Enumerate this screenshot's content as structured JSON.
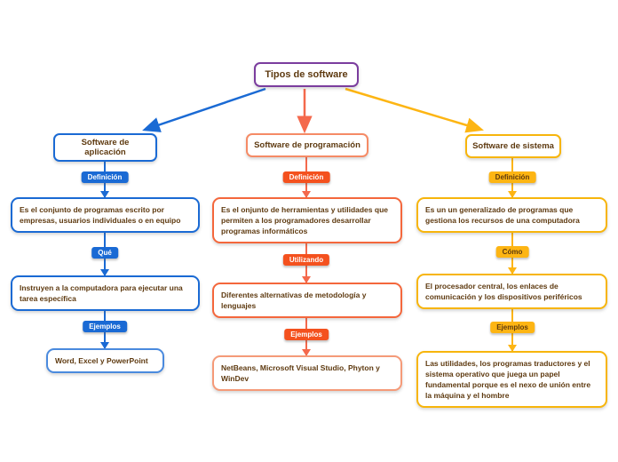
{
  "root": {
    "label": "Tipos de software"
  },
  "colors": {
    "background": "#ffffff",
    "root_border": "#7b3d9e",
    "text": "#5e3a10"
  },
  "branches": [
    {
      "name": "Software de aplicación",
      "colors": {
        "main": "#1a6ad4",
        "arrow": "#1a6ad4",
        "header_border": "#1a6ad4",
        "box_border": "#1a6ad4",
        "leaf_border": "#4a8ade",
        "label_text": "#ffffff"
      },
      "steps": [
        {
          "label": "Definición",
          "text": "Es el conjunto de programas escrito por empresas, usuarios individuales o en equipo"
        },
        {
          "label": "Qué",
          "text": "Instruyen a la computadora para ejecutar una tarea específica"
        },
        {
          "label": "Ejemplos",
          "text": "Word, Excel y PowerPoint"
        }
      ]
    },
    {
      "name": "Software de programación",
      "colors": {
        "main": "#f4511e",
        "arrow": "#f4694c",
        "header_border": "#f58b66",
        "box_border": "#f4673c",
        "leaf_border": "#f59a78",
        "label_text": "#ffffff"
      },
      "steps": [
        {
          "label": "Definición",
          "text": "Es el onjunto de herramientas y utilidades que permiten a los programadores desarrollar programas informáticos"
        },
        {
          "label": "Utilizando",
          "text": "Diferentes alternativas de metodología y lenguajes"
        },
        {
          "label": "Ejemplos",
          "text": "NetBeans, Microsoft Visual Studio, Phyton y WinDev"
        }
      ]
    },
    {
      "name": "Software de sistema",
      "colors": {
        "main": "#fdb513",
        "arrow": "#fdb513",
        "header_border": "#f7b50c",
        "box_border": "#f7b50c",
        "leaf_border": "#f7b50c",
        "label_text": "#5e3a0e"
      },
      "steps": [
        {
          "label": "Definición",
          "text": "Es un un generalizado de programas que gestiona los recursos de una computadora"
        },
        {
          "label": "Cómo",
          "text": "El procesador central, los enlaces de comunicación y los dispositivos periféricos"
        },
        {
          "label": "Ejemplos",
          "text": "Las utilidades, los programas traductores y el sistema operativo que juega un papel fundamental porque es el nexo de unión entre la máquina y el hombre"
        }
      ]
    }
  ]
}
